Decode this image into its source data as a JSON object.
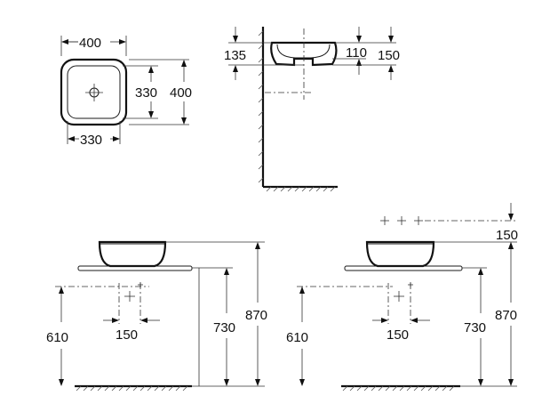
{
  "dimensions": {
    "top_view": {
      "outer_width": "400",
      "inner_width": "330",
      "inner_depth": "330",
      "outer_depth": "400"
    },
    "side_view": {
      "rim_to_outlet": "135",
      "inner_height": "110",
      "outer_height": "150"
    },
    "front_left": {
      "floor_to_waste": "610",
      "waste_spacing": "150",
      "floor_to_counter": "730",
      "floor_to_rim": "870"
    },
    "front_right": {
      "tap_above_rim": "150",
      "floor_to_waste": "610",
      "waste_spacing": "150",
      "floor_to_counter": "730",
      "floor_to_rim": "870"
    }
  },
  "colors": {
    "line": "#1a1a1a",
    "background": "#ffffff"
  }
}
